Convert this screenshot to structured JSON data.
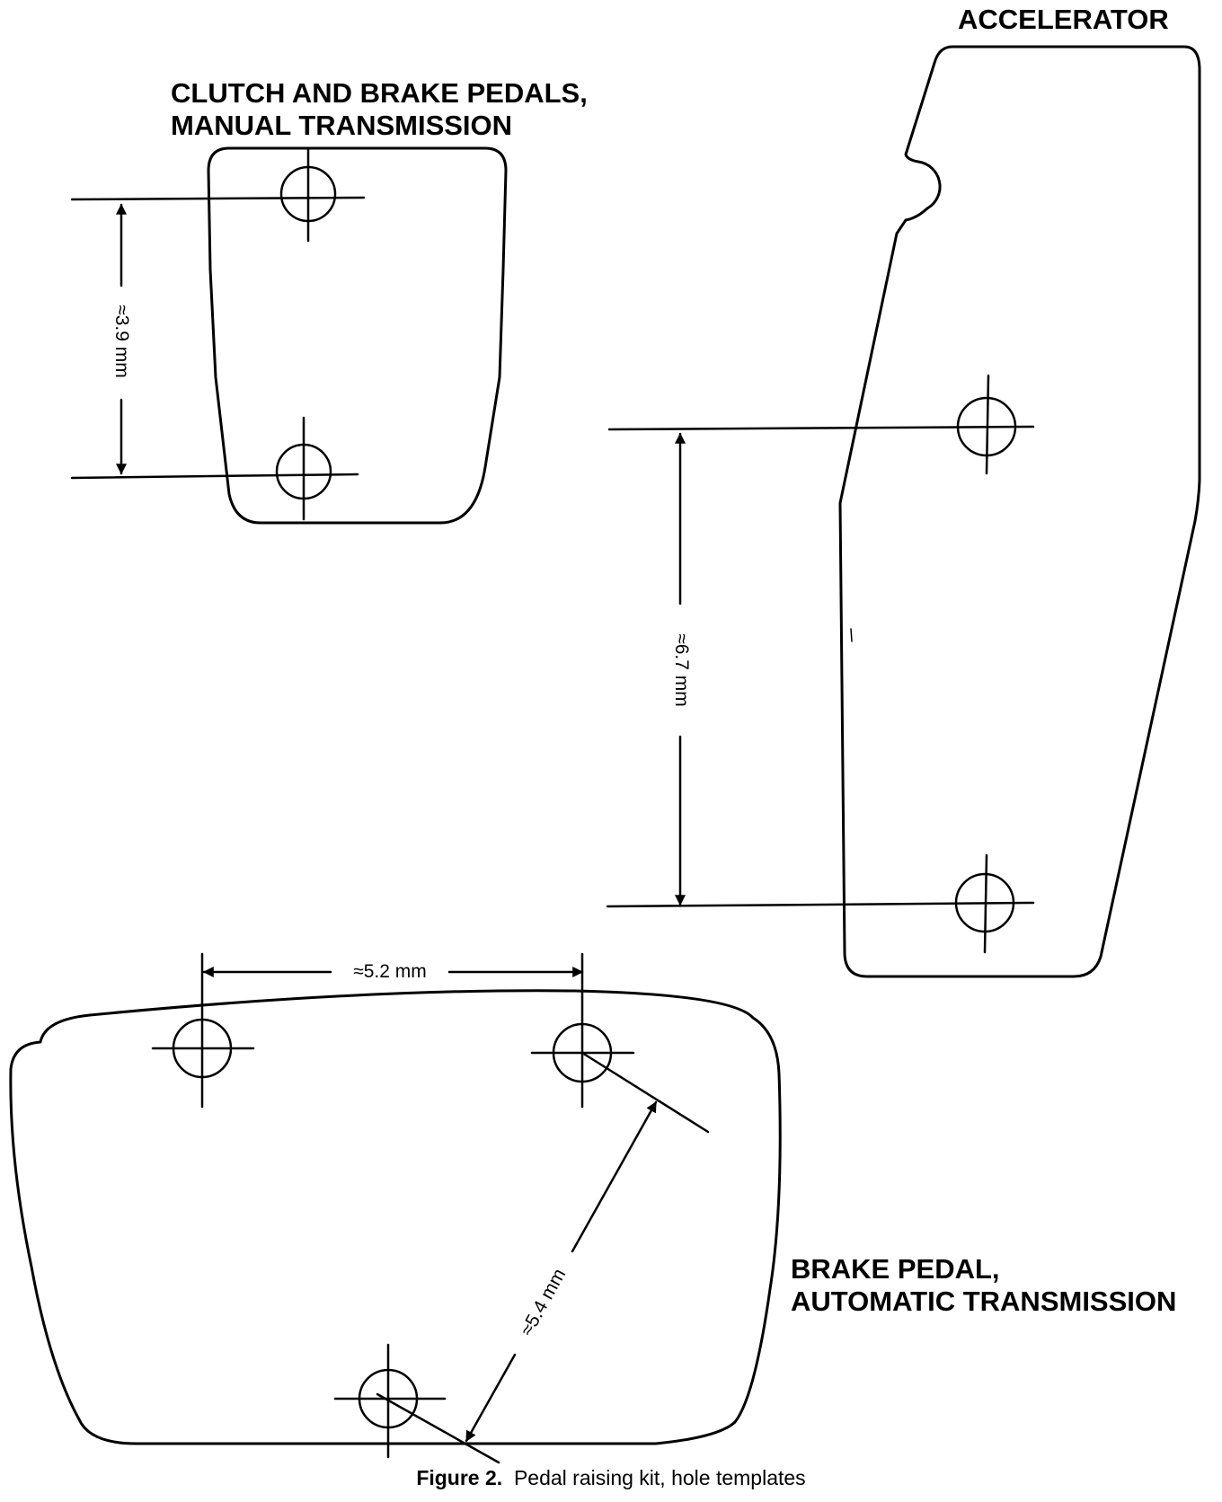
{
  "labels": {
    "clutch_brake_line1": "CLUTCH AND BRAKE PEDALS,",
    "clutch_brake_line2": "MANUAL TRANSMISSION",
    "accelerator": "ACCELERATOR",
    "brake_auto_line1": "BRAKE PEDAL,",
    "brake_auto_line2": "AUTOMATIC TRANSMISSION"
  },
  "dimensions": {
    "clutch_hole_spacing": "≈3.9 mm",
    "accelerator_hole_spacing": "≈6.7 mm",
    "brake_horizontal_spacing": "≈5.2 mm",
    "brake_diagonal_spacing": "≈5.4 mm"
  },
  "caption": {
    "figure_number": "Figure 2.",
    "text": "Pedal raising kit, hole templates"
  }
}
